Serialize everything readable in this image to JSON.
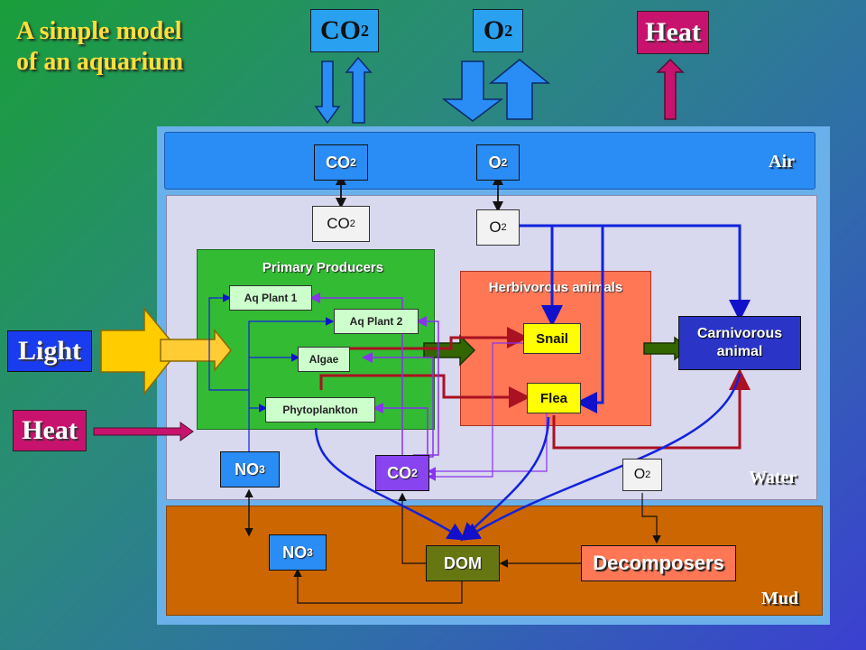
{
  "title": {
    "line1": "A simple model",
    "line2": "of an aquarium"
  },
  "top": {
    "co2": "CO",
    "co2_sub": "2",
    "o2": "O",
    "o2_sub": "2",
    "heat": "Heat"
  },
  "left": {
    "light": "Light",
    "heat": "Heat"
  },
  "air": {
    "label": "Air",
    "co2": "CO",
    "co2_sub": "2",
    "o2": "O",
    "o2_sub": "2"
  },
  "water": {
    "label": "Water",
    "co2": "CO",
    "co2_sub": "2",
    "o2": "O",
    "o2_sub": "2",
    "producers_title": "Primary Producers",
    "aq_plant_1": "Aq Plant 1",
    "aq_plant_2": "Aq Plant 2",
    "algae": "Algae",
    "phytoplankton": "Phytoplankton",
    "herbivores_title": "Herbivorous animals",
    "snail": "Snail",
    "flea": "Flea",
    "carnivorous_line1": "Carnivorous",
    "carnivorous_line2": "animal",
    "no3": "NO",
    "no3_sub": "3",
    "co2_low": "CO",
    "co2_low_sub": "2",
    "o2_low": "O",
    "o2_low_sub": "2"
  },
  "mud": {
    "label": "Mud",
    "no3": "NO",
    "no3_sub": "3",
    "dom": "DOM",
    "decomposers": "Decomposers"
  },
  "colors": {
    "title": "#ffe03a",
    "top_box": "#2aa0f0",
    "heat": "#c8136e",
    "light": "#1a3cf0",
    "air_band": "#2a8cf5",
    "water_band": "#d8d8ee",
    "mud_band": "#cc6600",
    "producers": "#33bb33",
    "herbivores": "#ff7755",
    "carnivore": "#2a35c8",
    "dom": "#667711",
    "co2_low": "#8844ee"
  }
}
